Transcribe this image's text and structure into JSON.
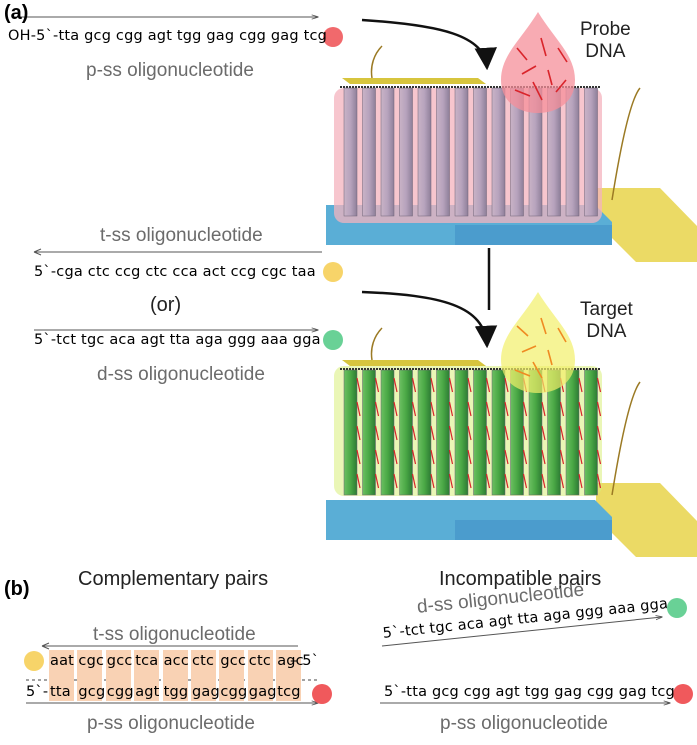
{
  "panel_a": {
    "label": "(a)",
    "probe_seq": "OH-5`-tta gcg cgg agt tgg gag cgg gag tcg",
    "p_label": "p-ss oligonucleotide",
    "probe_title_1": "Probe",
    "probe_title_2": "DNA",
    "t_label": "t-ss oligonucleotide",
    "t_seq": "5`-cga ctc ccg ctc cca act ccg cgc taa",
    "or_text": "(or)",
    "d_seq": "5`-tct tgc aca agt tta aga ggg aaa gga",
    "d_label": "d-ss oligonucleotide",
    "target_title_1": "Target",
    "target_title_2": "DNA"
  },
  "panel_b": {
    "label": "(b)",
    "complementary_title": "Complementary pairs",
    "incompatible_title": "Incompatible pairs",
    "comp_t_label": "t-ss oligonucleotide",
    "comp_top_codons": [
      "aat",
      "cgc",
      "gcc",
      "tca",
      "acc",
      "ctc",
      "gcc",
      "ctc",
      "agc"
    ],
    "comp_top_end": "– 5`",
    "comp_bottom_start": "5`-",
    "comp_bottom_codons": [
      "tta",
      "gcg",
      "cgg",
      "agt",
      "tgg",
      "gag",
      "cgg",
      "gag",
      "tcg"
    ],
    "comp_p_label": "p-ss oligonucleotide",
    "inc_d_label": "d-ss oligonucleotide",
    "inc_d_seq": "5`-tct tgc aca agt tta aga ggg aaa gga",
    "inc_p_seq": "5`-tta gcg cgg agt tgg gag cgg gag tcg",
    "inc_p_label": "p-ss oligonucleotide"
  },
  "colors": {
    "probe_dot": "#f0595c",
    "target_dot": "#f7d469",
    "decoy_dot": "#69d196",
    "probe_pink": "#f4b3bd",
    "target_green": "#4caa48",
    "substrate_blue": "#5aaed6",
    "electrode_yellow": "#e8d34a",
    "pair_box": "#f9d2b4"
  }
}
